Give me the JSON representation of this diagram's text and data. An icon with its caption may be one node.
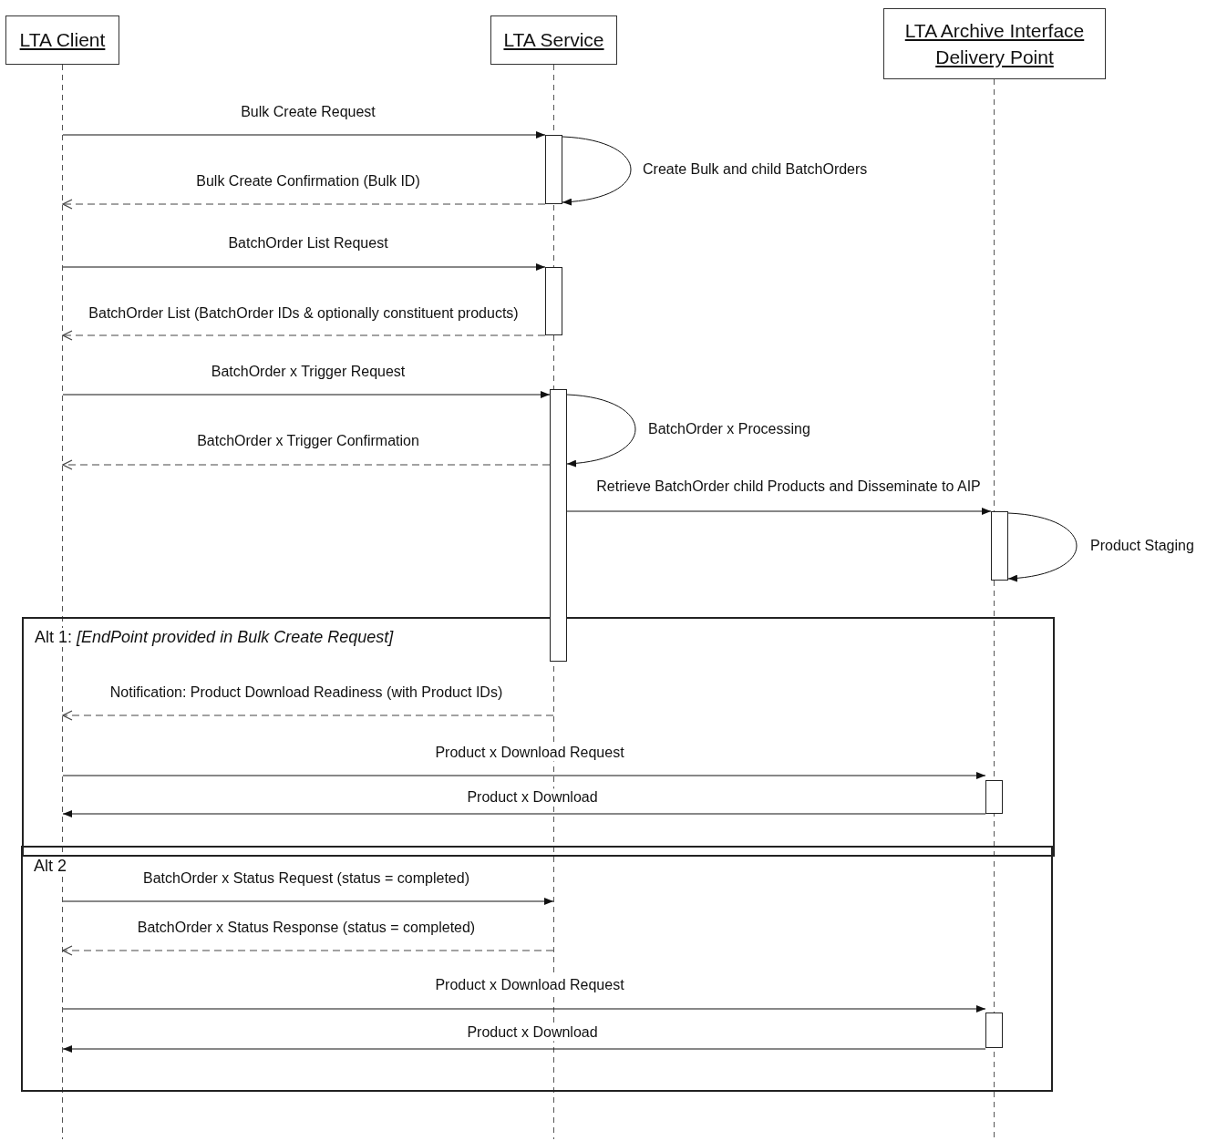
{
  "diagram": {
    "nodes": [
      {
        "text": [
          "LTA Client"
        ]
      },
      {
        "text": [
          "LTA Service"
        ]
      },
      {
        "text": [
          "LTA Archive Interface Delivery Point"
        ]
      },
      {
        "text": [],
        "shape": "line"
      },
      {
        "text": [],
        "shape": "line"
      },
      {
        "text": [],
        "shape": "line"
      },
      {
        "text": [],
        "shape": "bar"
      },
      {
        "text": [],
        "shape": "bar"
      },
      {
        "text": [],
        "shape": "bar"
      },
      {
        "text": [],
        "shape": "bar"
      },
      {
        "text": [
          "Alt 1: *[EndPoint provided in Bulk Create Request]*"
        ]
      },
      {
        "text": [],
        "shape": "bar",
        "in": 10
      },
      {
        "text": [
          "Alt 2"
        ]
      },
      {
        "text": [],
        "shape": "bar",
        "in": 12
      }
    ],
    "edges": [
      {
        "from": 3,
        "to": 6,
        "arrow": "to",
        "label": "Bulk Create Request"
      },
      {
        "from": 6,
        "to": 6,
        "arrow": "to",
        "label": "Create Bulk and child BatchOrders"
      },
      {
        "from": 6,
        "to": 3,
        "arrow": "to",
        "label": "Bulk Create Confirmation (Bulk ID)",
        "style": "dashed"
      },
      {
        "from": 3,
        "to": 7,
        "arrow": "to",
        "label": "BatchOrder List Request"
      },
      {
        "from": 7,
        "to": 3,
        "arrow": "to",
        "label": "BatchOrder List (BatchOrder IDs & optionally constituent products)",
        "style": "dashed"
      },
      {
        "from": 3,
        "to": 8,
        "arrow": "to",
        "label": "BatchOrder x Trigger Request"
      },
      {
        "from": 8,
        "to": 8,
        "arrow": "to",
        "label": "BatchOrder x Processing"
      },
      {
        "from": 8,
        "to": 3,
        "arrow": "to",
        "label": "BatchOrder x Trigger Confirmation",
        "style": "dashed"
      },
      {
        "from": 8,
        "to": 9,
        "arrow": "to",
        "label": "Retrieve BatchOrder child Products and Disseminate to AIP"
      },
      {
        "from": 9,
        "to": 9,
        "arrow": "to",
        "label": "Product Staging"
      },
      {
        "from": 4,
        "to": 3,
        "arrow": "to",
        "label": "Notification: Product Download Readiness (with Product IDs)",
        "style": "dashed"
      },
      {
        "from": 3,
        "to": 11,
        "arrow": "to",
        "label": "Product x Download Request"
      },
      {
        "from": 11,
        "to": 3,
        "arrow": "to",
        "label": "Product x Download"
      },
      {
        "from": 3,
        "to": 4,
        "arrow": "to",
        "label": "BatchOrder x Status Request (status = completed)"
      },
      {
        "from": 4,
        "to": 3,
        "arrow": "to",
        "label": "BatchOrder x Status Response (status = completed)",
        "style": "dashed"
      },
      {
        "from": 3,
        "to": 13,
        "arrow": "to",
        "label": "Product x Download Request"
      },
      {
        "from": 13,
        "to": 3,
        "arrow": "to",
        "label": "Product x Download"
      }
    ]
  }
}
